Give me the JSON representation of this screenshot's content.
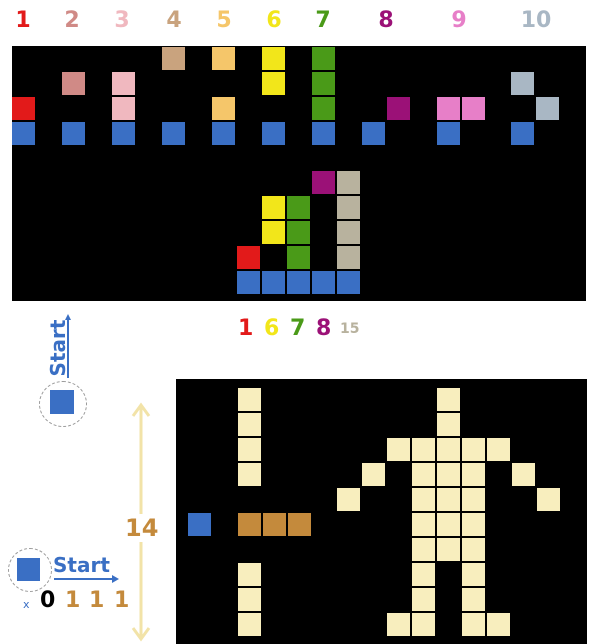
{
  "top_numbers": [
    {
      "label": "1",
      "color": "#e21a1a"
    },
    {
      "label": "2",
      "color": "#d08a86"
    },
    {
      "label": "3",
      "color": "#f0b8bf"
    },
    {
      "label": "4",
      "color": "#c9a37e"
    },
    {
      "label": "5",
      "color": "#f5c66a"
    },
    {
      "label": "6",
      "color": "#f2e61a"
    },
    {
      "label": "7",
      "color": "#4a9a18"
    },
    {
      "label": "8",
      "color": "#9b1177"
    },
    {
      "label": "9",
      "color": "#e77fc8"
    },
    {
      "label": "10",
      "color": "#a9b7c4"
    }
  ],
  "sequence": [
    {
      "label": "1",
      "color": "#e21a1a"
    },
    {
      "label": "6",
      "color": "#f2e61a"
    },
    {
      "label": "7",
      "color": "#4a9a18"
    },
    {
      "label": "8",
      "color": "#9b1177"
    },
    {
      "label": "15",
      "color": "#b8b29e"
    }
  ],
  "start_vertical": "Start",
  "start_horizontal": "Start",
  "height_label": "14",
  "binary": {
    "x": "x",
    "digits": [
      "0",
      "1",
      "1",
      "1"
    ]
  },
  "colors": {
    "blue": "#3a6fc4",
    "cream": "#f8eebe",
    "bronze": "#c48a3c",
    "gray": "#b8b29e"
  }
}
